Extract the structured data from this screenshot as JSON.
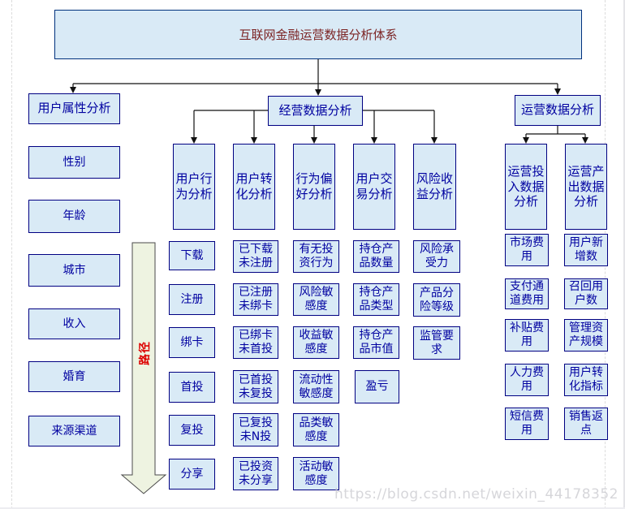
{
  "title": "互联网金融运营数据分析体系",
  "path_arrow_label": "路径",
  "watermark": "https://blog.csdn.net/weixin_44178352",
  "colors": {
    "node_fill": "#d9eaf6",
    "node_border": "#000082",
    "node_text": "#0000a0",
    "title_text": "#7c2424",
    "path_arrow_fill": "#eef3e1",
    "path_label_text": "#dd0000",
    "connector": "#111111"
  },
  "branches": {
    "user": {
      "header": "用户属性分析",
      "items": [
        "性别",
        "年龄",
        "城市",
        "收入",
        "婚育",
        "来源渠道"
      ]
    },
    "business": {
      "header": "经营数据分析",
      "columns": [
        {
          "header": "用户行为分析",
          "items": [
            "下载",
            "注册",
            "绑卡",
            "首投",
            "复投",
            "分享"
          ]
        },
        {
          "header": "用户转化分析",
          "items": [
            "已下载未注册",
            "已注册未绑卡",
            "已绑卡未首投",
            "已首投未复投",
            "已复投未N投",
            "已投资未分享"
          ]
        },
        {
          "header": "行为偏好分析",
          "items": [
            "有无投资行为",
            "风险敏感度",
            "收益敏感度",
            "流动性敏感度",
            "品类敏感度",
            "活动敏感度"
          ]
        },
        {
          "header": "用户交易分析",
          "items": [
            "持仓产品数量",
            "持仓产品类型",
            "持仓产品市值",
            "盈亏"
          ]
        },
        {
          "header": "风险收益分析",
          "items": [
            "风险承受力",
            "产品分险等级",
            "监管要求"
          ]
        }
      ]
    },
    "operations": {
      "header": "运营数据分析",
      "columns": [
        {
          "header": "运营投入数据分析",
          "items": [
            "市场费用",
            "支付通道费用",
            "补贴费用",
            "人力费用",
            "短信费用"
          ]
        },
        {
          "header": "运营产出数据分析",
          "items": [
            "用户新增数",
            "召回用户数",
            "管理资产规模",
            "用户转化指标",
            "销售返点"
          ]
        }
      ]
    }
  }
}
